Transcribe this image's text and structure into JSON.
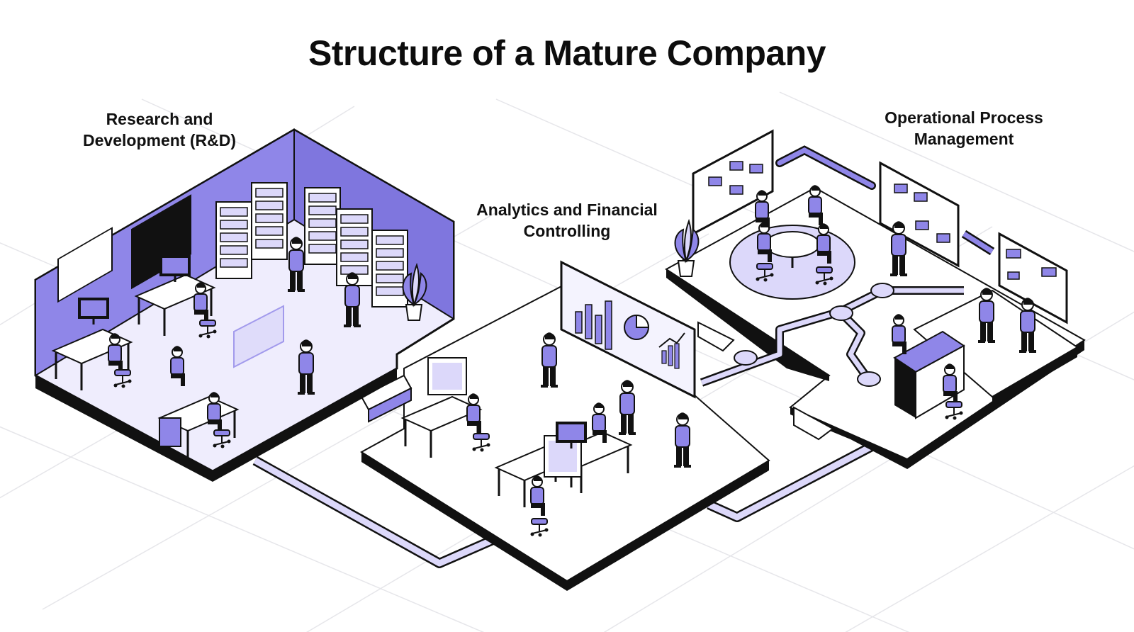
{
  "title": "Structure of a Mature Company",
  "zones": {
    "rd": {
      "line1": "Research and",
      "line2": "Development (R&D)"
    },
    "analytics": {
      "line1": "Analytics and Financial",
      "line2": "Controlling"
    },
    "operations": {
      "line1": "Operational Process",
      "line2": "Management"
    }
  },
  "colors": {
    "accent": "#8f86e8",
    "accent_light": "#dcd8fa",
    "floor_light": "#efedfd",
    "outline": "#111111",
    "grid": "#e6e6ea"
  }
}
